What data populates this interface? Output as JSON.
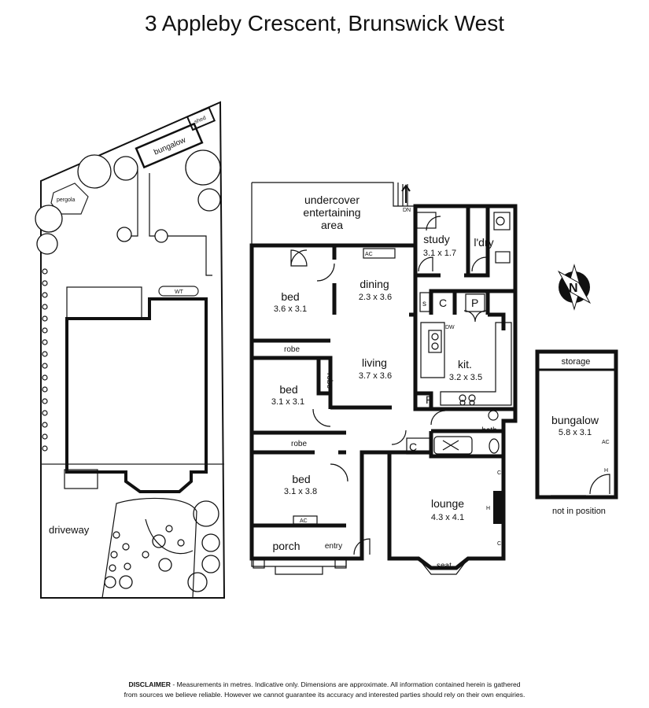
{
  "title": "3 Appleby Crescent, Brunswick West",
  "site": {
    "shed": "shed",
    "bungalow": "bungalow",
    "pergola": "pergola",
    "wt": "WT",
    "driveway": "driveway"
  },
  "rooms": {
    "entertaining": [
      "undercover",
      "entertaining",
      "area"
    ],
    "dn": "DN",
    "study": {
      "name": "study",
      "dims": "3.1 x 1.7"
    },
    "laundry": "l'dry",
    "dining": {
      "name": "dining",
      "dims": "2.3 x 3.6"
    },
    "ac": "AC",
    "ac_lower": "AC",
    "bed1": {
      "name": "bed",
      "dims": "3.6 x 3.1"
    },
    "robe1": "robe",
    "bed2": {
      "name": "bed",
      "dims": "3.1 x 3.1"
    },
    "robe2": "robe",
    "living": {
      "name": "living",
      "dims": "3.7 x 3.6"
    },
    "kitchen": {
      "name": "kit.",
      "dims": "3.2 x 3.5"
    },
    "dw": "DW",
    "s": "s",
    "c": "C",
    "p": "P",
    "r": "R",
    "bath": "bath",
    "c2": "C",
    "robe3": "robe",
    "bed3": {
      "name": "bed",
      "dims": "3.1 x 3.8"
    },
    "lounge": {
      "name": "lounge",
      "dims": "4.3 x 4.1"
    },
    "lounge_c1": "C",
    "lounge_c2": "C",
    "lounge_h": "H",
    "porch": "porch",
    "entry": "entry",
    "seat": "seat"
  },
  "bungalow_plan": {
    "storage": "storage",
    "name": "bungalow",
    "dims": "5.8 x 3.1",
    "ac": "AC",
    "h": "H",
    "note": "not in position"
  },
  "compass": "N",
  "disclaimer": {
    "label": "DISCLAIMER",
    "line1": " - Measurements in metres. Indicative only. Dimensions are approximate. All information contained herein is gathered",
    "line2": "from sources we believe reliable. However we cannot guarantee its accuracy and interested parties should rely on their own enquiries."
  }
}
